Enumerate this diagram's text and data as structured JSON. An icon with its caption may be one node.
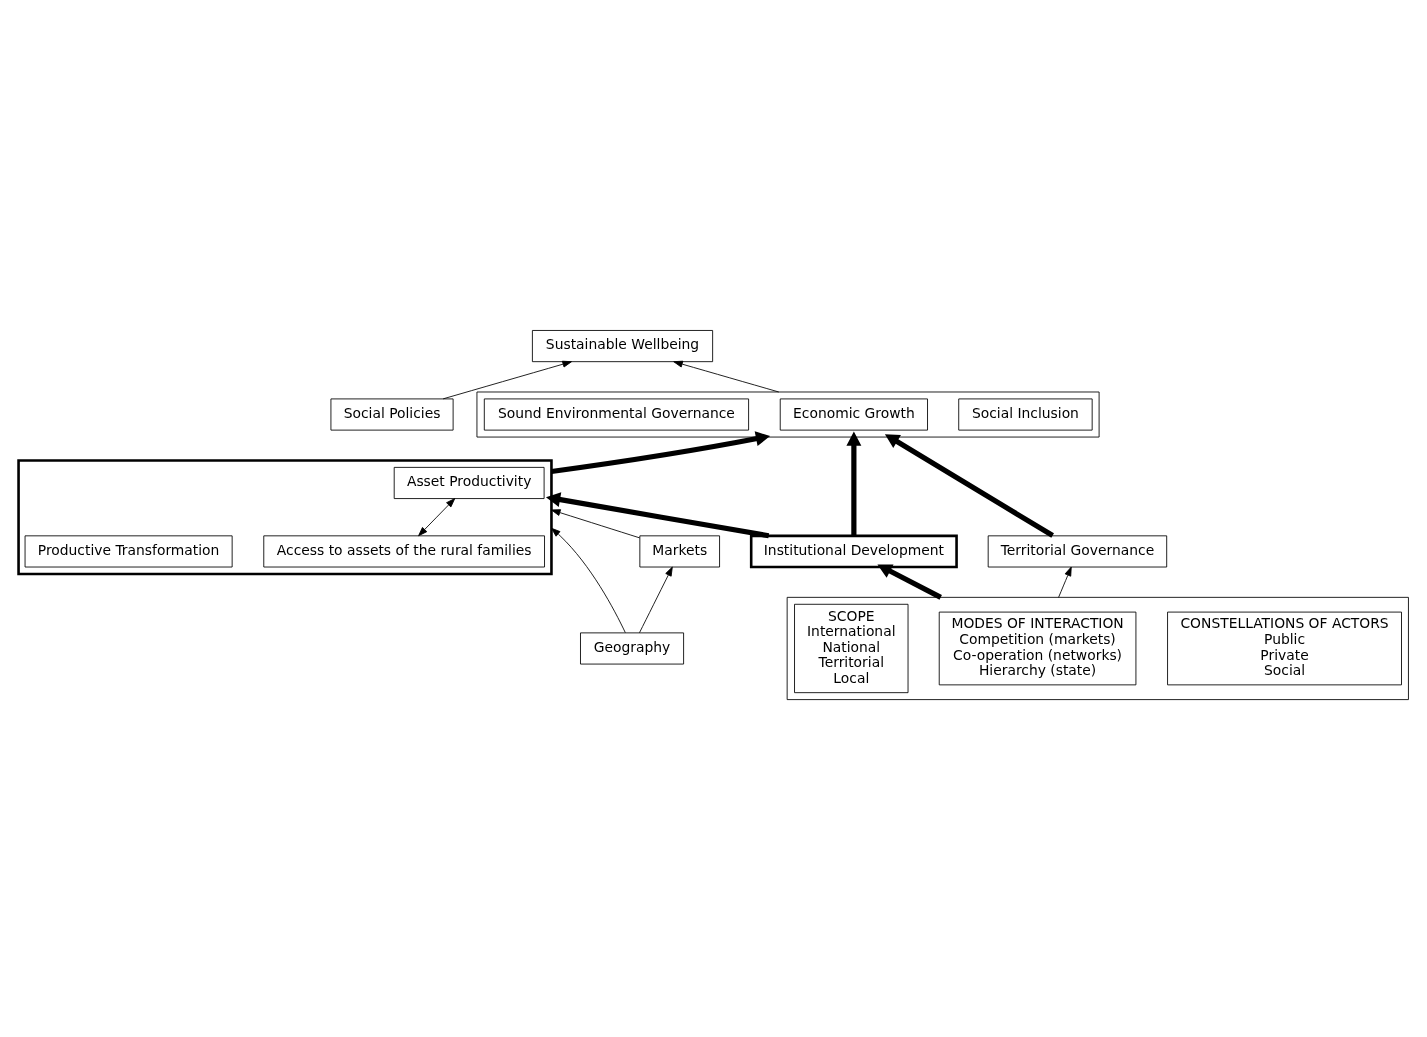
{
  "diagram": {
    "nodes": [
      {
        "text": [
          "Sustainable Wellbeing"
        ]
      },
      {
        "text": [
          "Social Policies"
        ]
      },
      {
        "text": [],
        "shape": "box"
      },
      {
        "text": [
          "Social Inclusion"
        ],
        "in": 2
      },
      {
        "text": [
          "Economic Growth"
        ],
        "in": 2
      },
      {
        "text": [
          "Sound Environmental Governance"
        ],
        "in": 2
      },
      {
        "text": [],
        "shape": "box"
      },
      {
        "text": [
          "Access to assets of the rural families"
        ],
        "in": 6
      },
      {
        "text": [
          "Asset Productivity"
        ],
        "in": 6
      },
      {
        "text": [
          "Productive Transformation"
        ],
        "in": 6
      },
      {
        "text": [
          "Markets"
        ]
      },
      {
        "text": [
          "Institutional Development"
        ]
      },
      {
        "text": [
          "Geography"
        ]
      },
      {
        "text": [],
        "shape": "box"
      },
      {
        "text": [
          "CONSTELLATIONS OF ACTORS",
          "Public",
          "Private",
          "Social"
        ],
        "in": 13
      },
      {
        "text": [
          "MODES OF INTERACTION",
          "Competition (markets)",
          "Co-operation (networks)",
          "Hierarchy (state)"
        ],
        "in": 13
      },
      {
        "text": [
          "SCOPE",
          "International",
          "National",
          "Territorial",
          "Local"
        ],
        "in": 13
      },
      {
        "text": [
          "Territorial Governance"
        ]
      }
    ],
    "edges": [
      {
        "from": 2,
        "to": 0,
        "arrow": "to"
      },
      {
        "from": 1,
        "to": 0,
        "arrow": "to"
      },
      {
        "from": 6,
        "to": 2,
        "arrow": "to",
        "style": "thick"
      },
      {
        "from": 7,
        "to": 8,
        "arrow": "both"
      },
      {
        "from": 12,
        "to": 6,
        "arrow": "to"
      },
      {
        "from": 12,
        "to": 10,
        "arrow": "to"
      },
      {
        "from": 10,
        "to": 6,
        "arrow": "to"
      },
      {
        "from": 11,
        "to": 2,
        "arrow": "to",
        "style": "thick"
      },
      {
        "from": 11,
        "to": 6,
        "arrow": "to",
        "style": "thick"
      },
      {
        "from": 13,
        "to": 11,
        "arrow": "to",
        "style": "thick"
      },
      {
        "from": 13,
        "to": 17,
        "arrow": "to"
      },
      {
        "from": 17,
        "to": 2,
        "arrow": "to",
        "style": "thick"
      }
    ]
  }
}
